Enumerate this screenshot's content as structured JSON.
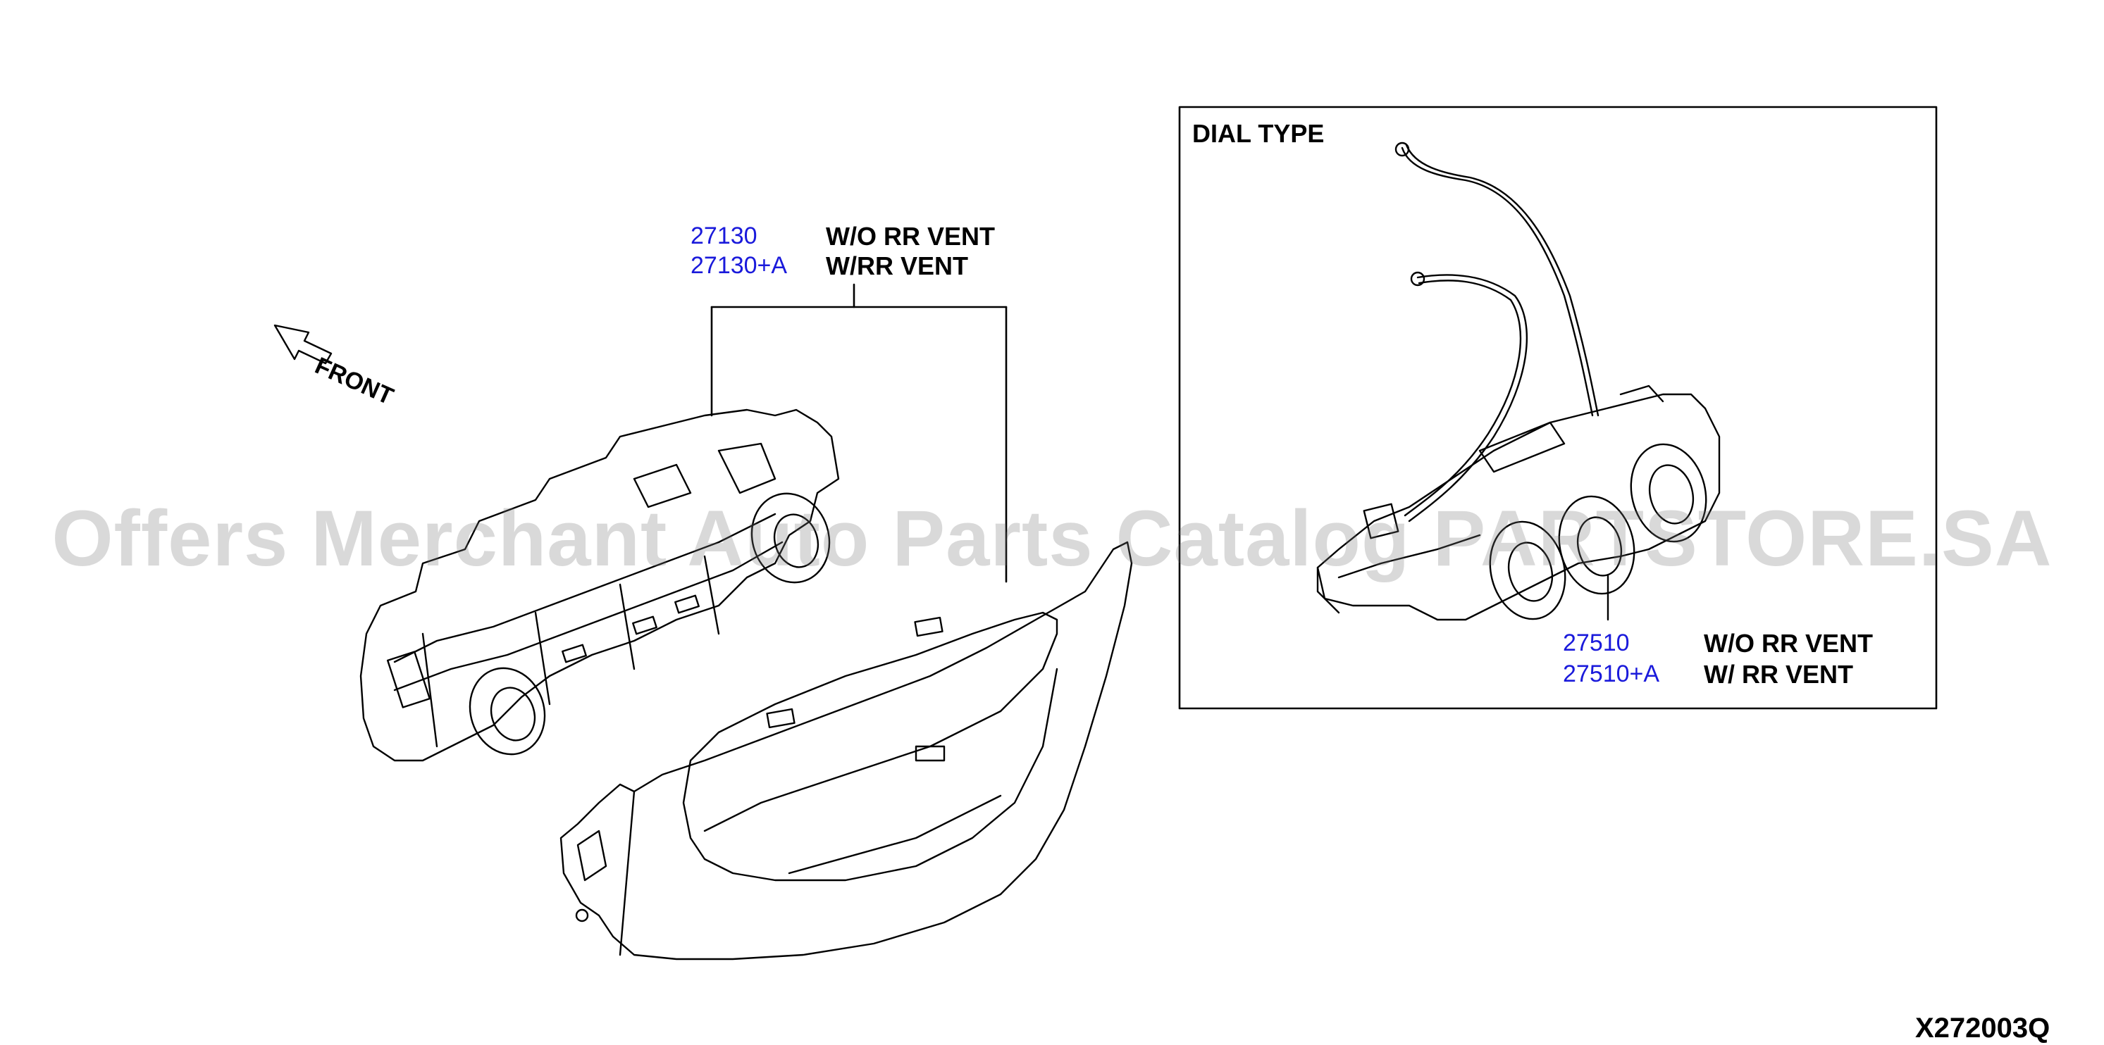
{
  "diagram": {
    "code": "X272003Q",
    "watermark": "Offers Merchant Auto Parts Catalog PARTSTORE.SA",
    "front_label": "FRONT",
    "main_callout": {
      "parts": [
        "27130",
        "27130+A"
      ],
      "notes": [
        "W/O RR VENT",
        "W/RR VENT"
      ]
    },
    "dial_box": {
      "title": "DIAL TYPE",
      "parts": [
        "27510",
        "27510+A"
      ],
      "notes": [
        "W/O RR VENT",
        "W/ RR VENT"
      ]
    }
  },
  "colors": {
    "part_number": "#1a1adb",
    "line": "#000000",
    "watermark": "#b0b0b0"
  }
}
